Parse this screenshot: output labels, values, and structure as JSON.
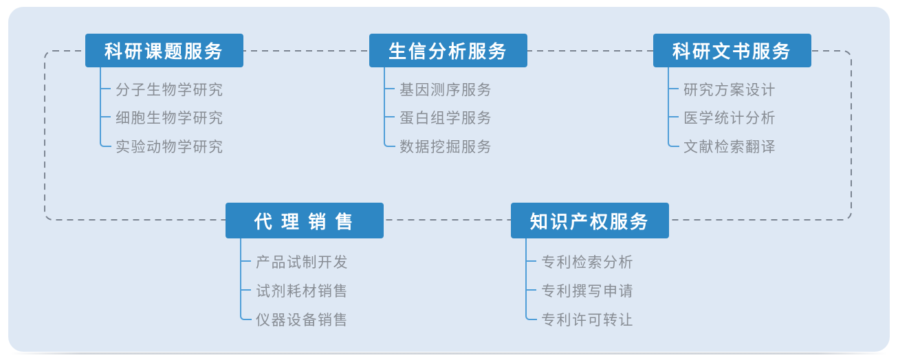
{
  "colors": {
    "panel_background": "#dee8f4",
    "header_box": "#2e87c4",
    "header_text": "#ffffff",
    "connector_line": "#4f9ed8",
    "item_text": "#878c93",
    "dashed_frame": "#7b8491"
  },
  "groups": [
    {
      "title": "科研课题服务",
      "items": [
        "分子生物学研究",
        "细胞生物学研究",
        "实验动物学研究"
      ]
    },
    {
      "title": "生信分析服务",
      "items": [
        "基因测序服务",
        "蛋白组学服务",
        "数据挖掘服务"
      ]
    },
    {
      "title": "科研文书服务",
      "items": [
        "研究方案设计",
        "医学统计分析",
        "文献检索翻译"
      ]
    },
    {
      "title": "代 理 销 售",
      "items": [
        "产品试制开发",
        "试剂耗材销售",
        "仪器设备销售"
      ]
    },
    {
      "title": "知识产权服务",
      "items": [
        "专利检索分析",
        "专利撰写申请",
        "专利许可转让"
      ]
    }
  ]
}
